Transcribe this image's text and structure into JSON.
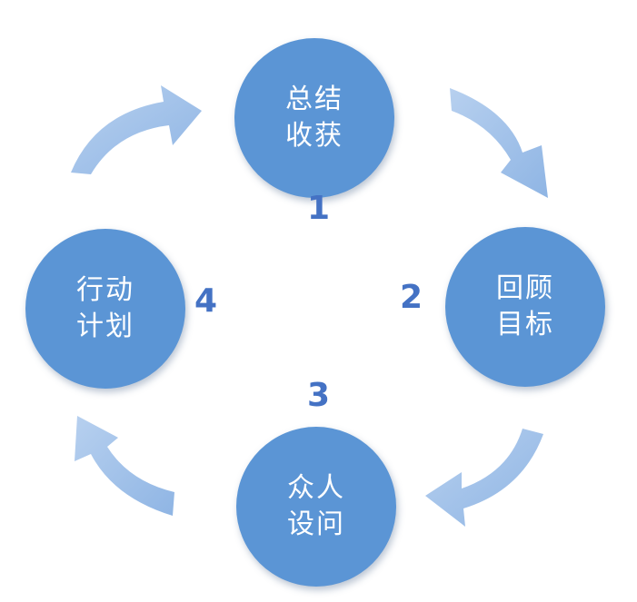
{
  "cycle": {
    "steps": [
      {
        "number": "1",
        "line1": "总结",
        "line2": "收获"
      },
      {
        "number": "2",
        "line1": "回顾",
        "line2": "目标"
      },
      {
        "number": "3",
        "line1": "众人",
        "line2": "设问"
      },
      {
        "number": "4",
        "line1": "行动",
        "line2": "计划"
      }
    ],
    "colors": {
      "circle_fill": "#5b95d5",
      "number_text": "#4472c4",
      "arrow_fill": "#9dbfe8",
      "label_text": "#ffffff"
    }
  }
}
